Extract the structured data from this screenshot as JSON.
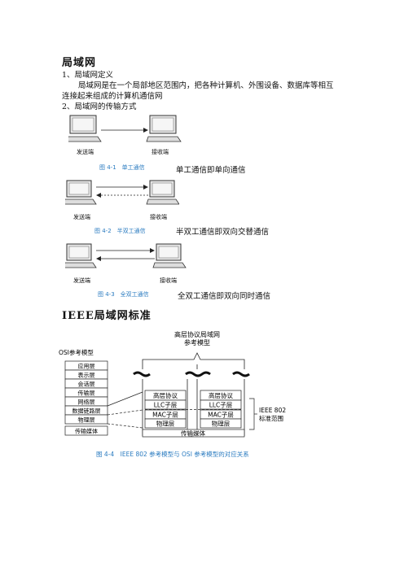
{
  "title": "局域网",
  "sec1": {
    "heading": "1、局域网定义",
    "line1": "局域网是在一个局部地区范围内，把各种计算机、外围设备、数据库等相互",
    "line2": "连接起来组成的计算机通信网"
  },
  "sec2": {
    "heading": "2、局域网的传输方式"
  },
  "fig1": {
    "sender": "发送端",
    "receiver": "接收端",
    "caption": "图 4-1　单工通信",
    "note": "单工通信即单向通信"
  },
  "fig2": {
    "sender": "发送端",
    "receiver": "接收端",
    "caption": "图 4-2　半双工通信",
    "note": "半双工通信即双向交替通信"
  },
  "fig3": {
    "sender": "发送端",
    "receiver": "接收端",
    "caption": "图 4-3　全双工通信",
    "note": "全双工通信即双向同时通信"
  },
  "title2": "IEEE局域网标准",
  "fig4": {
    "top_label_1": "高层协议局域网",
    "top_label_2": "参考模型",
    "osi_title": "OSI参考模型",
    "osi_layers": [
      "应用层",
      "表示层",
      "会话层",
      "传输层",
      "网络层",
      "数据链路层",
      "物理层",
      "传输媒体"
    ],
    "left_stack": [
      "高层协议",
      "LLC子层",
      "MAC子层",
      "物理层"
    ],
    "right_stack": [
      "高层协议",
      "LLC子层",
      "MAC子层",
      "物理层"
    ],
    "medium": "传输媒体",
    "scope_1": "IEEE 802",
    "scope_2": "标准范围",
    "caption": "图 4-4　IEEE 802 参考模型与 OSI 参考模型的对应关系"
  },
  "colors": {
    "caption": "#2a7bc0",
    "screen": "#e8e8e8",
    "frame": "#333333"
  }
}
